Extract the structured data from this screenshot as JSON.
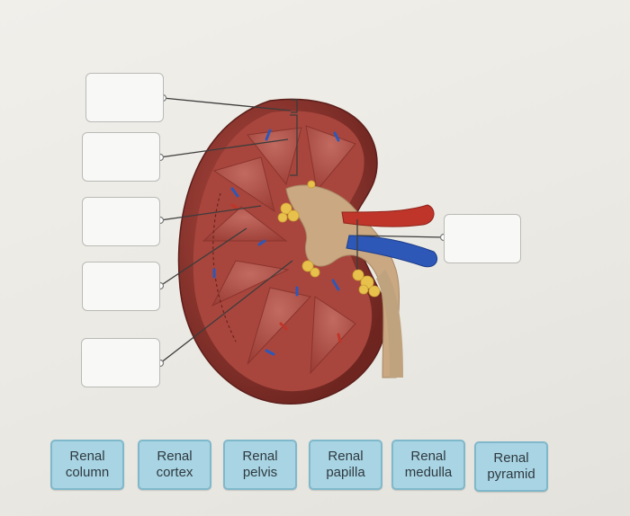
{
  "diagram": {
    "drop_targets": [
      {
        "id": "target-1",
        "value": ""
      },
      {
        "id": "target-2",
        "value": ""
      },
      {
        "id": "target-3",
        "value": ""
      },
      {
        "id": "target-4",
        "value": ""
      },
      {
        "id": "target-5",
        "value": ""
      },
      {
        "id": "target-6",
        "value": ""
      }
    ]
  },
  "answer_bank": {
    "options": [
      {
        "label": "Renal\ncolumn"
      },
      {
        "label": "Renal\ncortex"
      },
      {
        "label": "Renal\npelvis"
      },
      {
        "label": "Renal\npapilla"
      },
      {
        "label": "Renal\nmedulla"
      },
      {
        "label": "Renal\npyramid"
      }
    ]
  },
  "colors": {
    "capsule": "#7d2a24",
    "cortex": "#a3443b",
    "medulla": "#b3524a",
    "pelvis": "#c8a882",
    "fat": "#e8c04c",
    "artery": "#c0352a",
    "vein": "#2d58b8",
    "chip_fill": "#a9d4e3",
    "chip_border": "#7fb8cb"
  }
}
